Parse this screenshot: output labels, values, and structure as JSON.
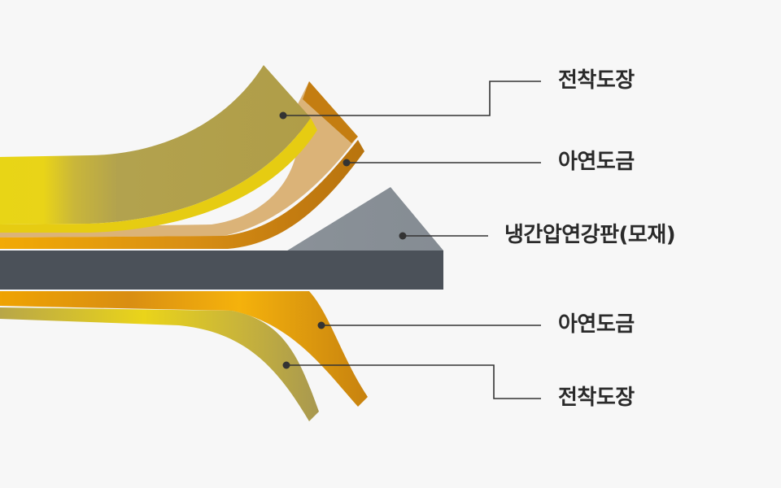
{
  "layers": {
    "top_coating": "전착도장",
    "top_zinc": "아연도금",
    "base_steel": "냉간압연강판(모재)",
    "bottom_zinc": "아연도금",
    "bottom_coating": "전착도장"
  },
  "colors": {
    "background": "#f7f7f7",
    "coating_yellow": "#e8d21a",
    "coating_olive": "#b2a14e",
    "zinc_orange": "#f0a800",
    "zinc_brown": "#c07a10",
    "steel_top": "#8a9198",
    "steel_side": "#4b5159",
    "leader_line": "#333333"
  }
}
